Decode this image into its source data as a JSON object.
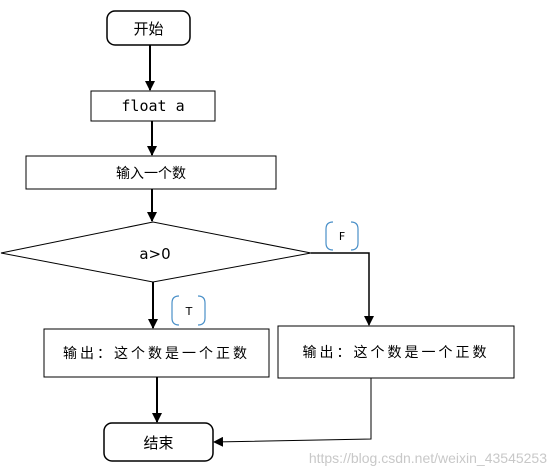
{
  "nodes": {
    "start": "开始",
    "declare": "float a",
    "input": "输入一个数",
    "condition": "a>0",
    "output_true": "输出：这个数是一个正数",
    "output_false": "输出：这个数是一个正数",
    "end": "结束"
  },
  "branches": {
    "true_label": "T",
    "false_label": "F"
  },
  "watermark": "https://blog.csdn.net/weixin_43545253",
  "colors": {
    "stroke": "#000000",
    "bracket": "#4a90c8",
    "watermark": "#c8c8c8"
  }
}
